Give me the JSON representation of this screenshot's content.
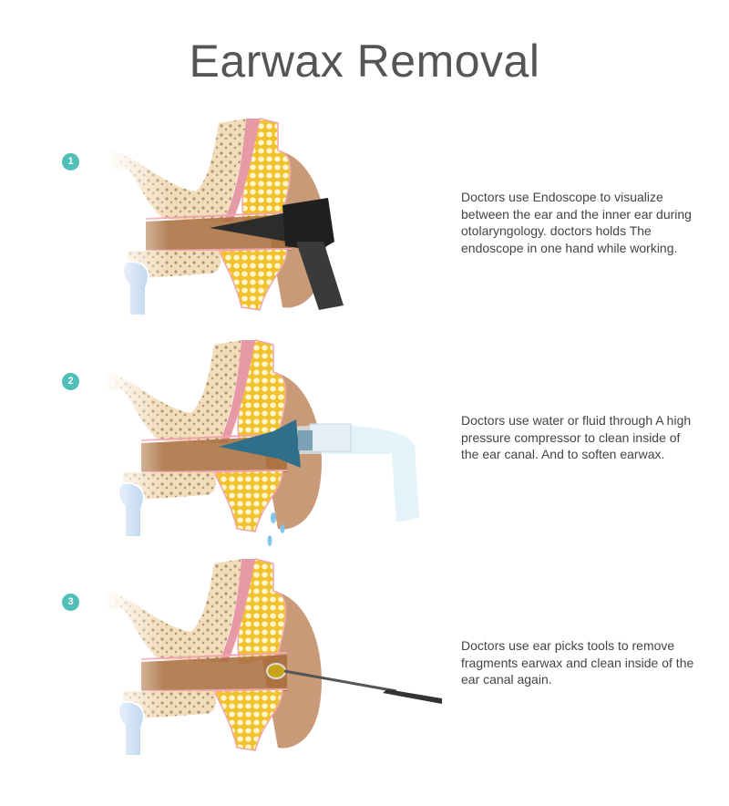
{
  "title": "Earwax Removal",
  "accent_color": "#4fbfb7",
  "steps": [
    {
      "number": "1",
      "illustration": "ear-cross-section-with-endoscope",
      "description": "Doctors use Endoscope to visualize between the ear and the inner ear during otolaryngology. doctors holds The endoscope in one hand while working."
    },
    {
      "number": "2",
      "illustration": "ear-cross-section-with-water-irrigation",
      "description": "Doctors use water or fluid through A high pressure compressor to clean inside of the ear canal. And to soften earwax."
    },
    {
      "number": "3",
      "illustration": "ear-cross-section-with-ear-pick",
      "description": "Doctors use ear picks tools to remove fragments earwax and clean inside of the ear canal again."
    }
  ]
}
